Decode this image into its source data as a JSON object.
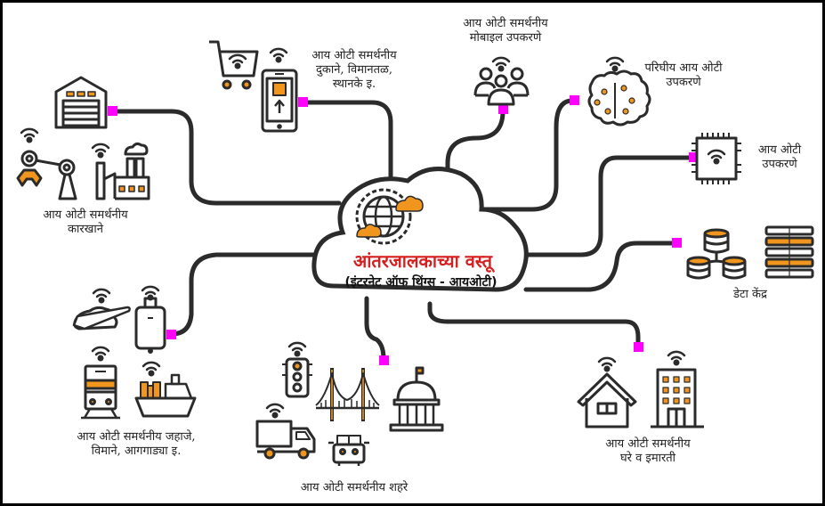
{
  "hub": {
    "title": "आंतरजालकाच्या वस्तू",
    "subtitle": "(इंटरनेट ऑफ थिंग्स - आयओटी)",
    "icon": "globe-cloud-icon"
  },
  "colors": {
    "line": "#2b2b2b",
    "connector_node": "#ff00ff",
    "accent": "#f0951e",
    "hub_title": "#d42020",
    "border": "#000000"
  },
  "nodes": [
    {
      "id": "factories",
      "label_line1": "आय ओटी समर्थनीय",
      "label_line2": "कारखाने",
      "icons": [
        "warehouse-icon",
        "robot-arm-icon",
        "factory-icon"
      ]
    },
    {
      "id": "shops",
      "label_line1": "आय ओटी समर्थनीय",
      "label_line2": "दुकाने, विमानतळ,",
      "label_line3": "स्थानके इ.",
      "icons": [
        "shopping-cart-icon",
        "smartphone-icon"
      ]
    },
    {
      "id": "mobile",
      "label_line1": "आय ओटी समर्थनीय",
      "label_line2": "मोबाइल उपकरणे",
      "icons": [
        "people-group-icon"
      ]
    },
    {
      "id": "peripheral",
      "label_line1": "परिघीय आय ओटी",
      "label_line2": "उपकरणे",
      "icons": [
        "brain-circuit-icon"
      ]
    },
    {
      "id": "devices",
      "label_line1": "आय ओटी",
      "label_line2": "उपकरणे",
      "icons": [
        "chip-icon"
      ]
    },
    {
      "id": "datacenter",
      "label_line1": "डेटा केंद्र",
      "icons": [
        "database-network-icon",
        "server-rack-icon"
      ]
    },
    {
      "id": "homes",
      "label_line1": "आय ओटी समर्थनीय",
      "label_line2": "घरे व इमारती",
      "icons": [
        "house-icon",
        "building-icon"
      ]
    },
    {
      "id": "cities",
      "label_line1": "आय ओटी समर्थनीय शहरे",
      "icons": [
        "traffic-light-icon",
        "bridge-icon",
        "government-building-icon",
        "truck-icon",
        "car-icon"
      ]
    },
    {
      "id": "transport",
      "label_line1": "आय ओटी समर्थनीय जहाजे,",
      "label_line2": "विमाने, आगगाड्या इ.",
      "icons": [
        "airplane-icon",
        "luggage-icon",
        "train-icon",
        "ship-icon"
      ]
    }
  ]
}
